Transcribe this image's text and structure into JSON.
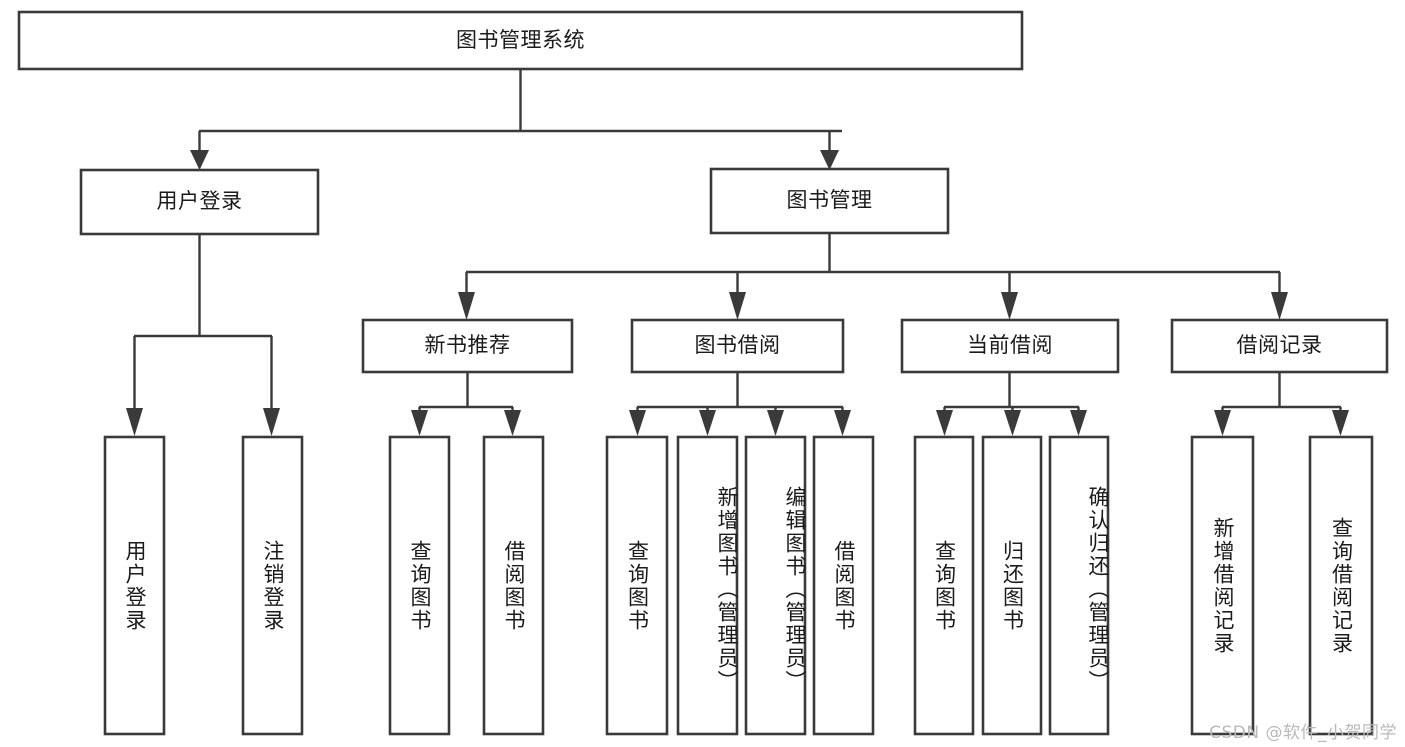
{
  "diagram": {
    "type": "tree",
    "title": "图书管理系统",
    "watermark": "CSDN @软件_小贺同学",
    "colors": {
      "box_stroke": "#3a3a3a",
      "box_fill": "#ffffff",
      "connector": "#3a3a3a",
      "text": "#1b1b1b",
      "watermark": "#b9b9b9",
      "background": "#ffffff"
    },
    "levels": {
      "root": "图书管理系统",
      "level1": [
        "用户登录",
        "图书管理"
      ],
      "level2": [
        "新书推荐",
        "图书借阅",
        "当前借阅",
        "借阅记录"
      ]
    },
    "nodes": {
      "root": {
        "label": "图书管理系统",
        "orientation": "horizontal"
      },
      "user_login": {
        "label": "用户登录",
        "orientation": "horizontal"
      },
      "book_mgmt": {
        "label": "图书管理",
        "orientation": "horizontal"
      },
      "new_book_rec": {
        "label": "新书推荐",
        "orientation": "horizontal"
      },
      "book_borrow": {
        "label": "图书借阅",
        "orientation": "horizontal"
      },
      "current_borrow": {
        "label": "当前借阅",
        "orientation": "horizontal"
      },
      "borrow_record": {
        "label": "借阅记录",
        "orientation": "horizontal"
      },
      "leaf_user_login": {
        "label": "用户登录",
        "orientation": "vertical"
      },
      "leaf_logout": {
        "label": "注销登录",
        "orientation": "vertical"
      },
      "leaf_query_book_a": {
        "label": "查询图书",
        "orientation": "vertical"
      },
      "leaf_borrow_book_a": {
        "label": "借阅图书",
        "orientation": "vertical"
      },
      "leaf_query_book_b": {
        "label": "查询图书",
        "orientation": "vertical"
      },
      "leaf_add_book": {
        "label": "新增图书（管理员）",
        "orientation": "vertical"
      },
      "leaf_edit_book": {
        "label": "编辑图书（管理员）",
        "orientation": "vertical"
      },
      "leaf_borrow_book_b": {
        "label": "借阅图书",
        "orientation": "vertical"
      },
      "leaf_query_book_c": {
        "label": "查询图书",
        "orientation": "vertical"
      },
      "leaf_return_book": {
        "label": "归还图书",
        "orientation": "vertical"
      },
      "leaf_confirm_return": {
        "label": "确认归还（管理员）",
        "orientation": "vertical"
      },
      "leaf_add_record": {
        "label": "新增借阅记录",
        "orientation": "vertical"
      },
      "leaf_query_record": {
        "label": "查询借阅记录",
        "orientation": "vertical"
      }
    },
    "edges": [
      {
        "from": "root",
        "to": "user_login"
      },
      {
        "from": "root",
        "to": "book_mgmt"
      },
      {
        "from": "user_login",
        "to": "leaf_user_login"
      },
      {
        "from": "user_login",
        "to": "leaf_logout"
      },
      {
        "from": "book_mgmt",
        "to": "new_book_rec"
      },
      {
        "from": "book_mgmt",
        "to": "book_borrow"
      },
      {
        "from": "book_mgmt",
        "to": "current_borrow"
      },
      {
        "from": "book_mgmt",
        "to": "borrow_record"
      },
      {
        "from": "new_book_rec",
        "to": "leaf_query_book_a"
      },
      {
        "from": "new_book_rec",
        "to": "leaf_borrow_book_a"
      },
      {
        "from": "book_borrow",
        "to": "leaf_query_book_b"
      },
      {
        "from": "book_borrow",
        "to": "leaf_add_book"
      },
      {
        "from": "book_borrow",
        "to": "leaf_edit_book"
      },
      {
        "from": "book_borrow",
        "to": "leaf_borrow_book_b"
      },
      {
        "from": "current_borrow",
        "to": "leaf_query_book_c"
      },
      {
        "from": "current_borrow",
        "to": "leaf_return_book"
      },
      {
        "from": "current_borrow",
        "to": "leaf_confirm_return"
      },
      {
        "from": "borrow_record",
        "to": "leaf_add_record"
      },
      {
        "from": "borrow_record",
        "to": "leaf_query_record"
      }
    ]
  }
}
